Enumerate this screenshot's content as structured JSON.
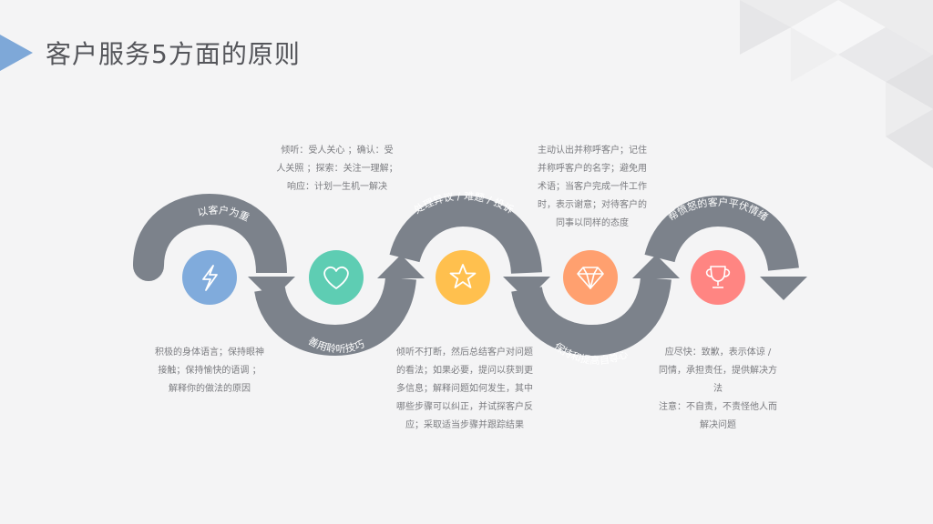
{
  "title": "客户服务5方面的原则",
  "colors": {
    "arrow": "#7c828b",
    "text": "#7b7c80",
    "title": "#55565b",
    "marker": "#7ea8d8",
    "circle_blue": "#80abdc",
    "circle_teal": "#5ecdb3",
    "circle_yellow": "#ffc04e",
    "circle_orange": "#ffa06f",
    "circle_pink": "#ff8582"
  },
  "steps": [
    {
      "label": "以客户为重",
      "icon": "lightning-icon",
      "desc": [
        "积极的身体语言；保持眼神",
        "接触；保持愉快的语调 ；",
        "解释你的做法的原因"
      ]
    },
    {
      "label": "善用聆听技巧",
      "icon": "heart-icon",
      "desc": [
        "倾听：受人关心 ；确认：受",
        "人关照 ；探索：关注一理解；",
        "响应：计划一生机一解决"
      ]
    },
    {
      "label": "处理异议 / 难题 / 投诉",
      "icon": "star-icon",
      "desc": [
        "倾听不打断，然后总结客户对问题",
        "的看法；如果必要，提问以获到更",
        "多信息；解释问题如何发生，其中",
        "哪些步骤可以纠正，并试探客户反",
        "应；采取适当步骤并跟踪结果"
      ]
    },
    {
      "label": "保持和提高自尊心",
      "icon": "diamond-icon",
      "desc": [
        "主动认出并称呼客户；记住",
        "并称呼客户的名字；避免用",
        "术语；当客户完成一件工作",
        "时，表示谢意；对待客户的",
        "同事以同样的态度"
      ]
    },
    {
      "label": "帮愤怒的客户平伏情绪",
      "icon": "trophy-icon",
      "desc": [
        "应尽快：致歉，表示体谅 /",
        "同情，承担责任，提供解决方",
        "法",
        "注意：不自责，不责怪他人而",
        "解决问题"
      ]
    }
  ]
}
